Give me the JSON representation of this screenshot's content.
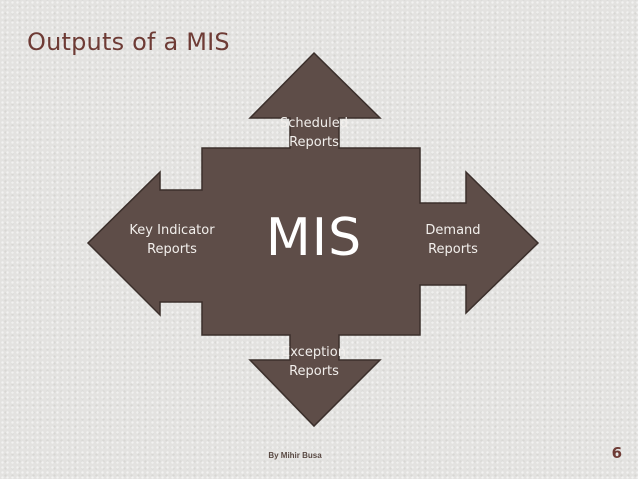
{
  "slide": {
    "title": "Outputs of a MIS",
    "page_number": "6",
    "author": "By Mihir Busa"
  },
  "diagram": {
    "center": "MIS",
    "arrows": {
      "top": {
        "line1": "Scheduled",
        "line2": "Reports"
      },
      "bottom": {
        "line1": "Exception",
        "line2": "Reports"
      },
      "left": {
        "line1": "Key Indicator",
        "line2": "Reports"
      },
      "right": {
        "line1": "Demand",
        "line2": "Reports"
      }
    }
  },
  "colors": {
    "title": "#6e3b35",
    "arrow_fill": "#5e4d48",
    "arrow_outline": "#3b2f2b",
    "label_text": "#f2efec",
    "background": "#e3e2e0"
  }
}
